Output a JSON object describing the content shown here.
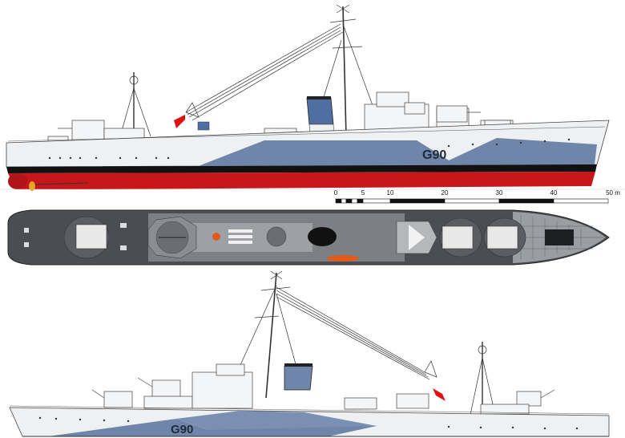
{
  "colors": {
    "background": "#ffffff",
    "hull_white": "#eef0f2",
    "camouflage_blue": "#6f86aa",
    "camouflage_blue_dark": "#5a6f94",
    "boot_top_black": "#111111",
    "antifouling_red": "#c8171b",
    "funnel_blue": "#4f6fa3",
    "deck_dark": "#4a4d52",
    "deck_mid": "#6b6e73",
    "deck_light": "#9da0a4",
    "line": "#333333",
    "ensign_red": "#e01010",
    "propeller_gold": "#e6a321",
    "boat_orange": "#e05a1c"
  },
  "profile_top": {
    "view": "starboard-profile",
    "pennant_number": "G90"
  },
  "plan_view": {
    "view": "deck-plan"
  },
  "profile_bottom": {
    "view": "port-profile",
    "pennant_number": "G90"
  },
  "scale": {
    "unit": "m",
    "ticks": [
      {
        "label": "0",
        "pos": 0
      },
      {
        "label": "5",
        "pos": 5
      },
      {
        "label": "10",
        "pos": 10
      },
      {
        "label": "20",
        "pos": 20
      },
      {
        "label": "30",
        "pos": 30
      },
      {
        "label": "40",
        "pos": 40
      },
      {
        "label": "50 m",
        "pos": 50
      }
    ]
  }
}
